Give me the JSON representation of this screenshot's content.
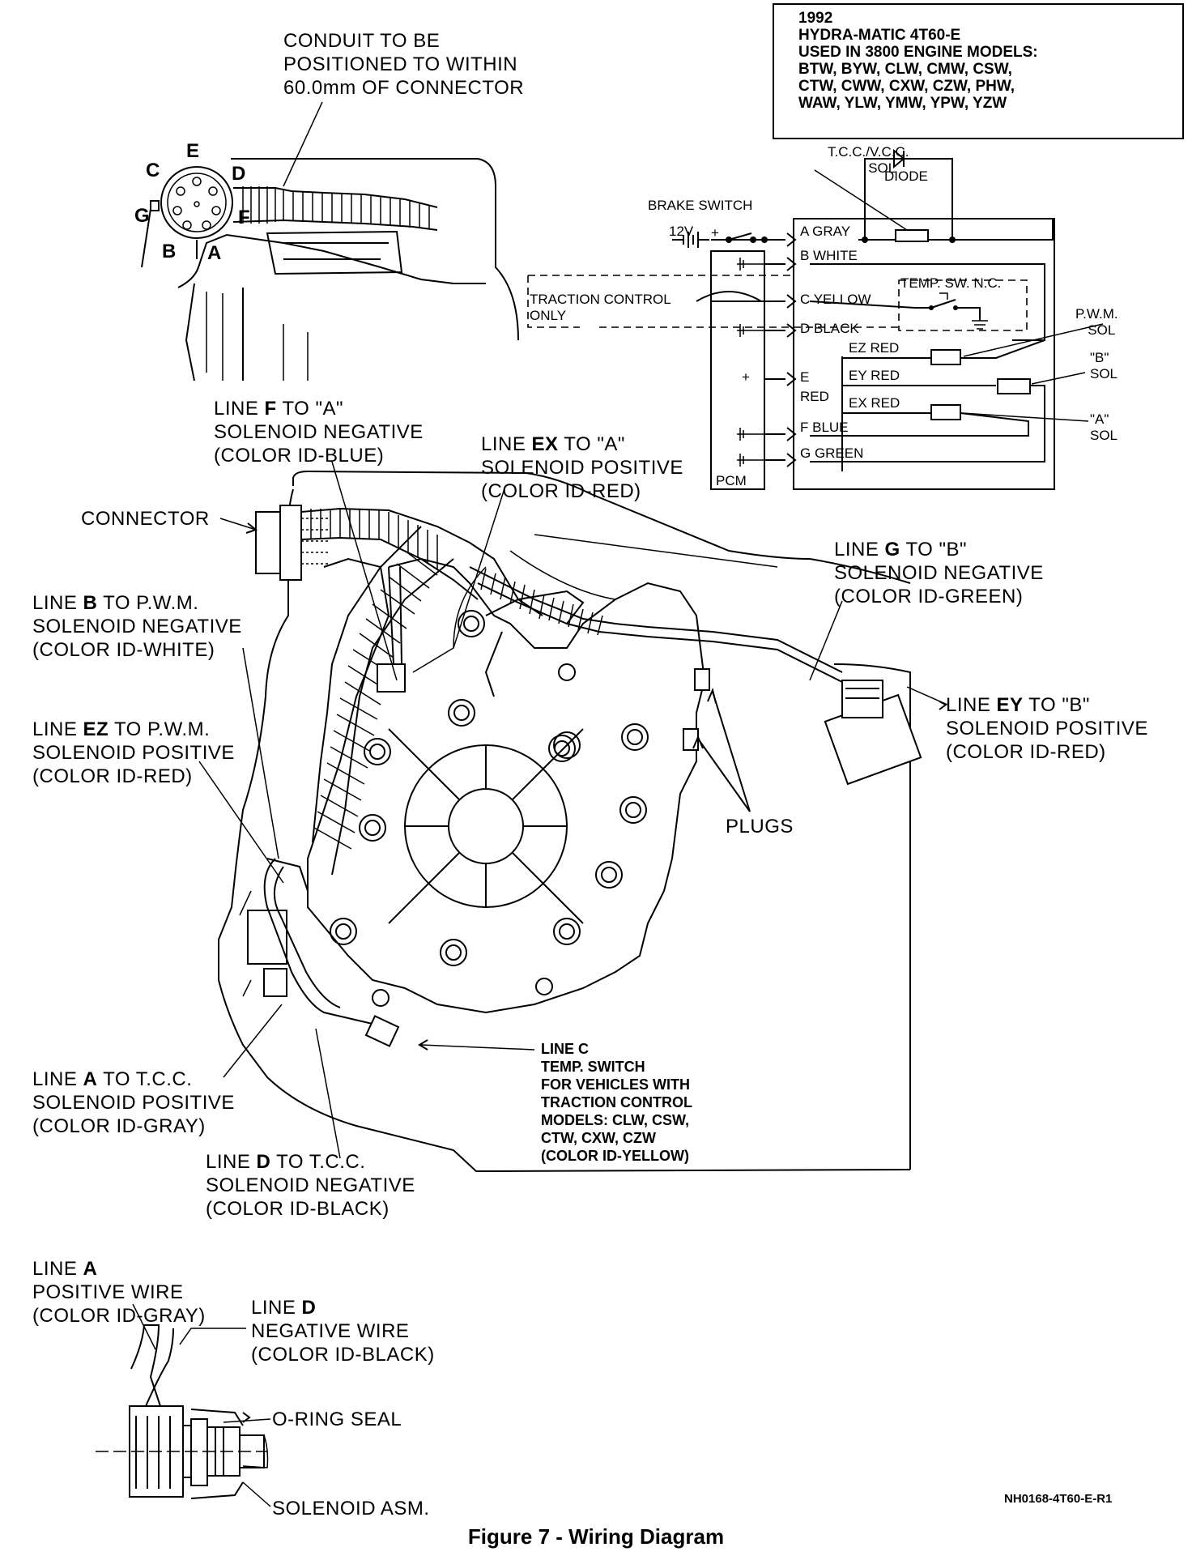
{
  "info_box": {
    "year": "1992",
    "model": "HYDRA-MATIC 4T60-E",
    "used_in": "USED IN 3800 ENGINE MODELS:",
    "models_line1": "BTW, BYW, CLW, CMW, CSW,",
    "models_line2": "CTW, CWW, CXW, CZW, PHW,",
    "models_line3": "WAW, YLW, YMW, YPW, YZW"
  },
  "conduit_note": {
    "line1": "CONDUIT TO BE",
    "line2": "POSITIONED TO WITHIN",
    "line3": "60.0mm OF CONNECTOR"
  },
  "pin_letters": {
    "c": "C",
    "e": "E",
    "d": "D",
    "g": "G",
    "f": "F",
    "b": "B",
    "a": "A"
  },
  "schematic": {
    "tcc_sol_1": "T.C.C./V.C.C.",
    "tcc_sol_2": "SOL",
    "diode": "DIODE",
    "brake_switch": "BRAKE SWITCH",
    "v12": "12V",
    "plus": "+",
    "wire_a": "A GRAY",
    "wire_b": "B WHITE",
    "wire_c": "C YELLOW",
    "wire_d": "D BLACK",
    "wire_e": "E",
    "wire_e_red": "RED",
    "wire_f": "F BLUE",
    "wire_g": "G GREEN",
    "ez_red": "EZ RED",
    "ey_red": "EY RED",
    "ex_red": "EX RED",
    "temp_sw": "TEMP. SW. N.C.",
    "traction_1": "TRACTION CONTROL",
    "traction_2": "ONLY",
    "pcm": "PCM",
    "pcm_plus": "+",
    "pwm_sol_1": "P.W.M.",
    "pwm_sol_2": "SOL",
    "b_sol_1": "\"B\"",
    "b_sol_2": "SOL",
    "a_sol_1": "\"A\"",
    "a_sol_2": "SOL"
  },
  "callouts": {
    "line_f": {
      "l1a": "LINE ",
      "l1b": "F",
      "l1c": " TO \"A\"",
      "l2": "SOLENOID NEGATIVE",
      "l3": "(COLOR ID-BLUE)"
    },
    "line_ex": {
      "l1a": "LINE ",
      "l1b": "EX",
      "l1c": " TO \"A\"",
      "l2": "SOLENOID POSITIVE",
      "l3": "(COLOR ID-RED)"
    },
    "connector": "CONNECTOR",
    "line_b": {
      "l1a": "LINE ",
      "l1b": "B",
      "l1c": " TO P.W.M.",
      "l2": "SOLENOID NEGATIVE",
      "l3": "(COLOR ID-WHITE)"
    },
    "line_g": {
      "l1a": "LINE ",
      "l1b": "G",
      "l1c": " TO \"B\"",
      "l2": "SOLENOID NEGATIVE",
      "l3": "(COLOR ID-GREEN)"
    },
    "line_ey": {
      "l1a": "LINE ",
      "l1b": "EY",
      "l1c": " TO \"B\"",
      "l2": "SOLENOID POSITIVE",
      "l3": "(COLOR ID-RED)"
    },
    "line_ez": {
      "l1a": "LINE ",
      "l1b": "EZ",
      "l1c": " TO P.W.M.",
      "l2": "SOLENOID POSITIVE",
      "l3": "(COLOR ID-RED)"
    },
    "plugs": "PLUGS",
    "line_c": {
      "l1a": "LINE ",
      "l1b": "C",
      "l2": "TEMP. SWITCH",
      "l3": "FOR VEHICLES WITH",
      "l4": "TRACTION CONTROL",
      "l5": "MODELS: CLW, CSW,",
      "l6": "CTW, CXW, CZW",
      "l7": "(COLOR ID-YELLOW)"
    },
    "line_a": {
      "l1a": "LINE ",
      "l1b": "A",
      "l1c": " TO T.C.C.",
      "l2": "SOLENOID POSITIVE",
      "l3": "(COLOR ID-GRAY)"
    },
    "line_d": {
      "l1a": "LINE ",
      "l1b": "D",
      "l1c": " TO T.C.C.",
      "l2": "SOLENOID NEGATIVE",
      "l3": "(COLOR ID-BLACK)"
    }
  },
  "detail": {
    "line_a_1a": "LINE ",
    "line_a_1b": "A",
    "line_a_2": "POSITIVE WIRE",
    "line_a_3": "(COLOR ID-GRAY)",
    "line_d_1a": "LINE ",
    "line_d_1b": "D",
    "line_d_2": "NEGATIVE WIRE",
    "line_d_3": "(COLOR ID-BLACK)",
    "oring": "O-RING SEAL",
    "solenoid_asm": "SOLENOID ASM."
  },
  "reference_code": "NH0168-4T60-E-R1",
  "caption": "Figure 7 - Wiring Diagram"
}
